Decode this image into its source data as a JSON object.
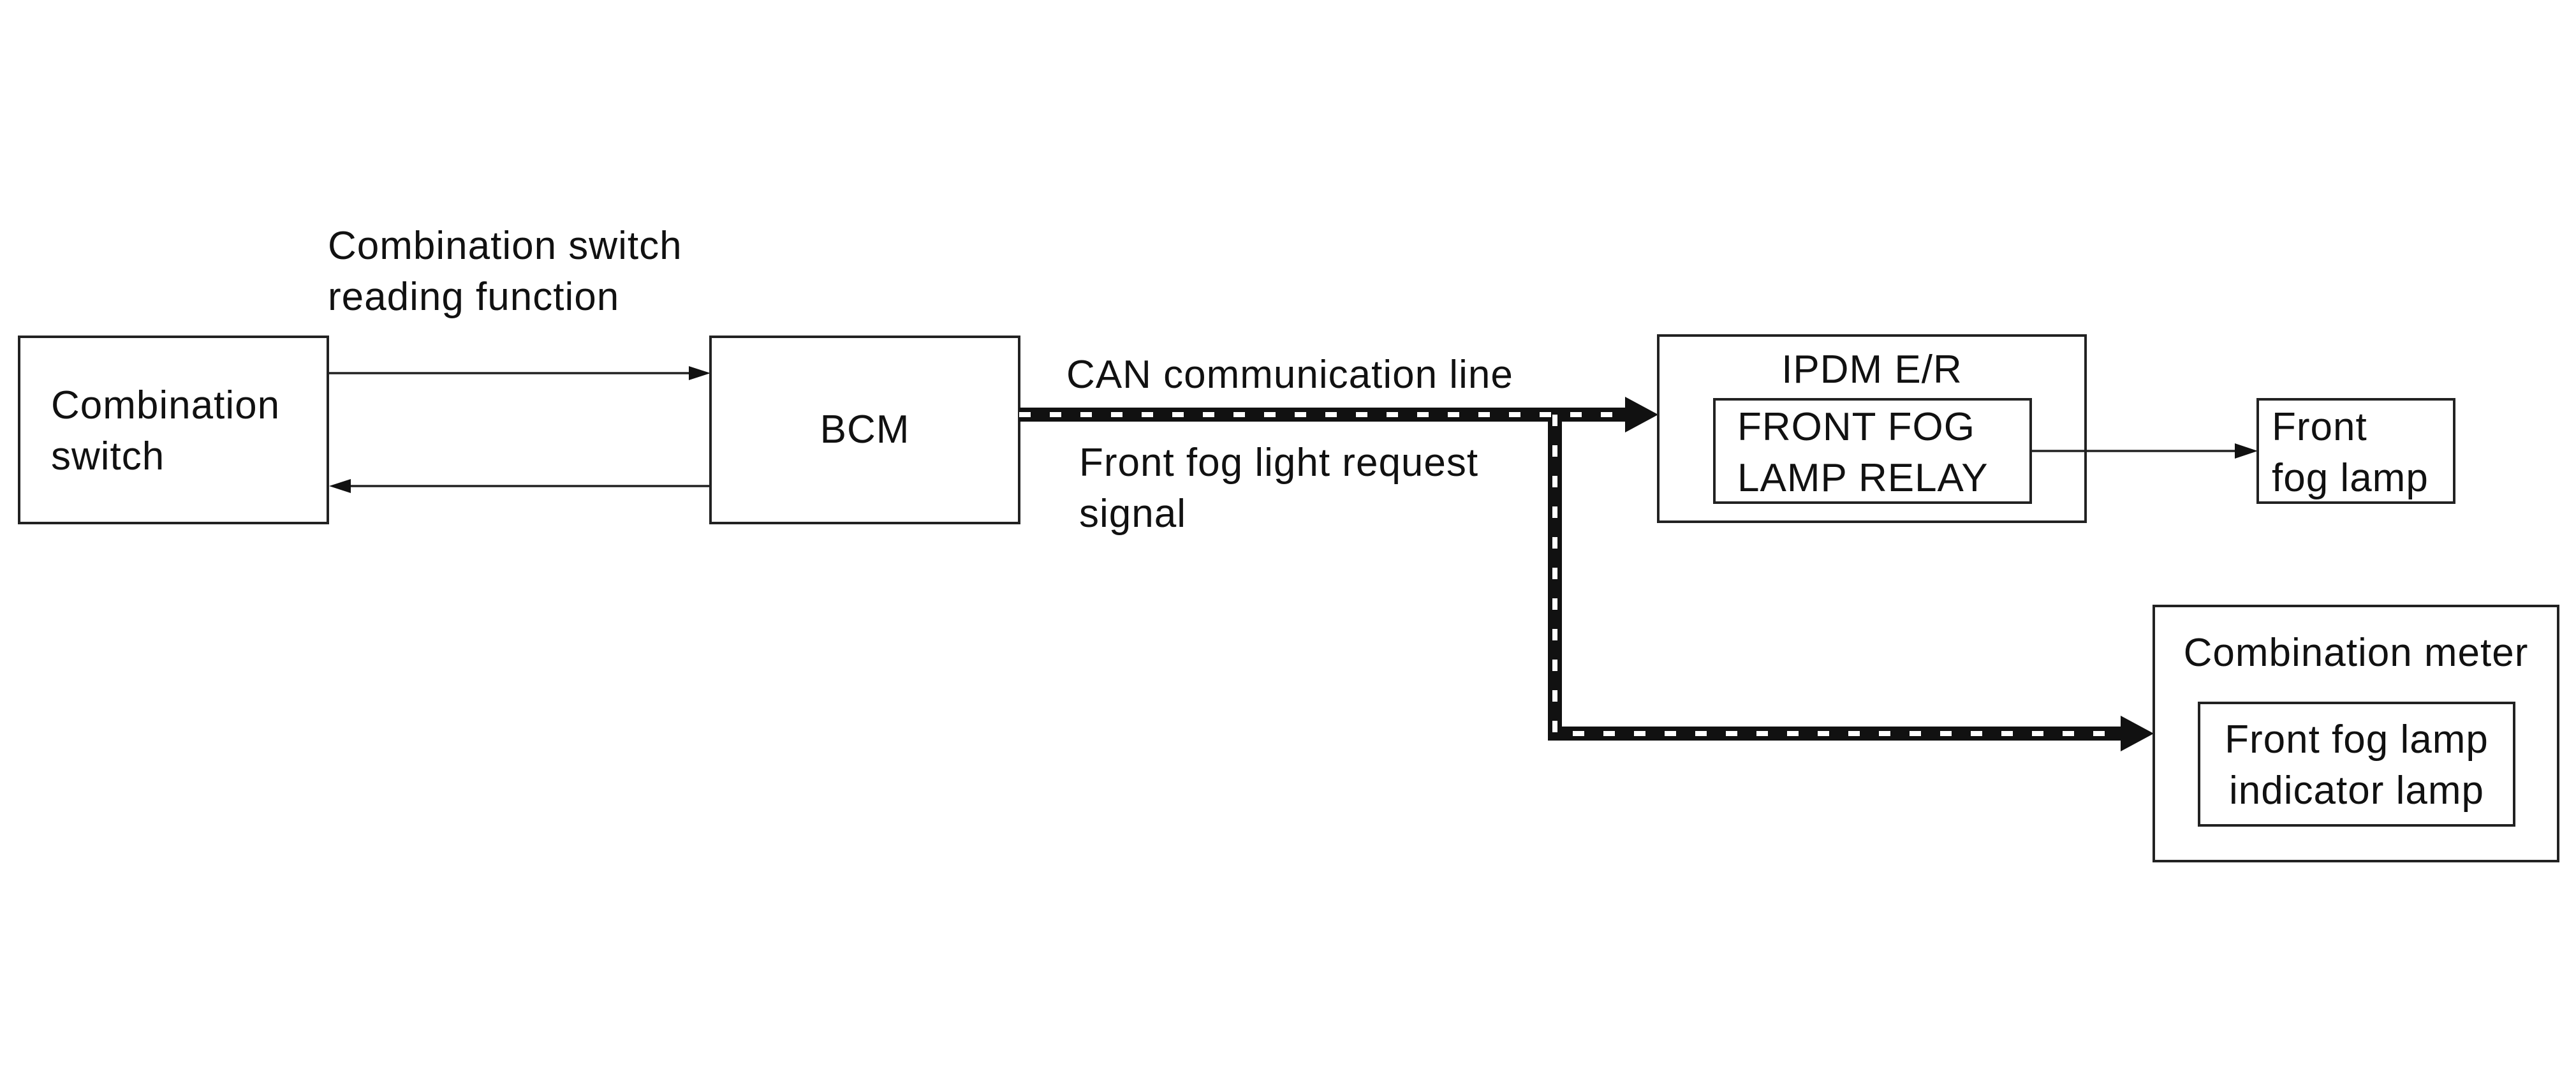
{
  "diagram": {
    "nodes": {
      "combination_switch": {
        "line1": "Combination",
        "line2": "switch"
      },
      "bcm": {
        "label": "BCM"
      },
      "ipdm": {
        "title": "IPDM E/R",
        "relay_line1": "FRONT FOG",
        "relay_line2": "LAMP RELAY"
      },
      "front_fog_lamp": {
        "line1": "Front",
        "line2": "fog lamp"
      },
      "combination_meter": {
        "title": "Combination meter",
        "indicator_line1": "Front fog lamp",
        "indicator_line2": "indicator lamp"
      }
    },
    "labels": {
      "reading_function_line1": "Combination switch",
      "reading_function_line2": "reading function",
      "can_line": "CAN communication line",
      "request_signal_line1": "Front fog light request",
      "request_signal_line2": "signal"
    }
  }
}
